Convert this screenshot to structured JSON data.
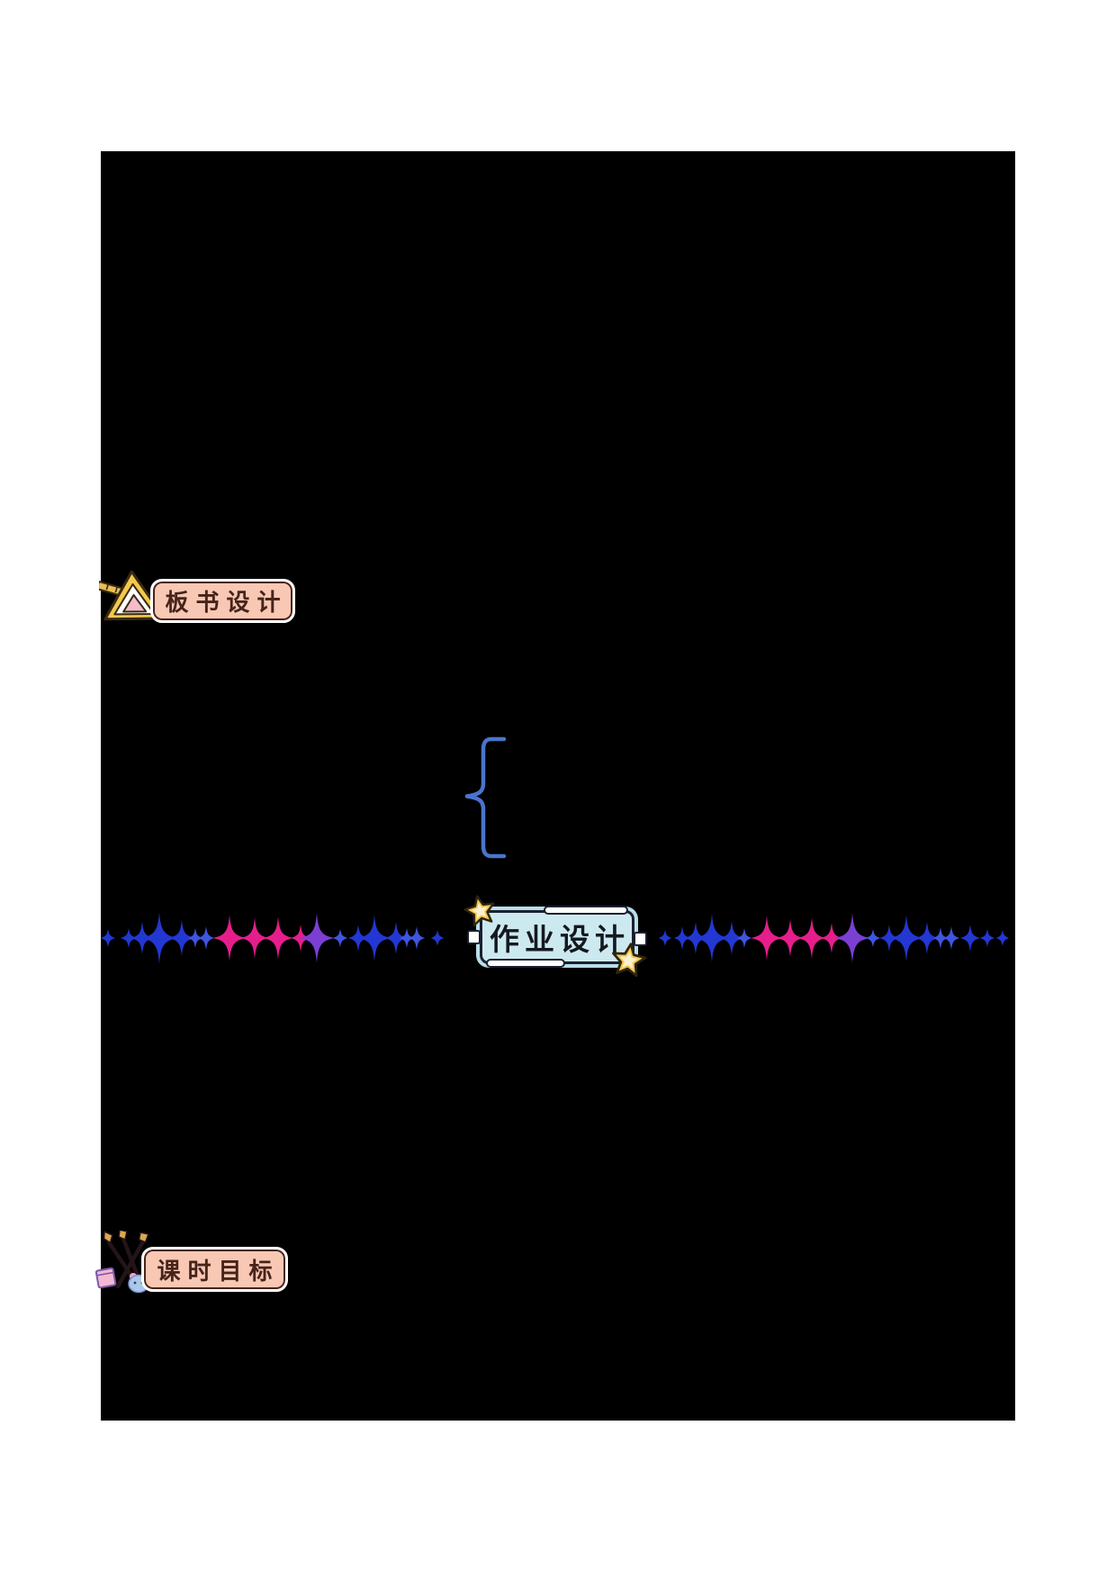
{
  "page": {
    "background": "#ffffff",
    "canvas_background": "#000000"
  },
  "board_badge": {
    "label": "板书设计",
    "icon": "triangle-ruler-icon",
    "fill": "#f8c8b4",
    "border_color": "#ffffff",
    "outline_color": "#46241a",
    "text_color": "#46241a"
  },
  "lesson_badge": {
    "label": "课时目标",
    "icon": "paintbrushes-icon",
    "fill": "#f8c8b4",
    "border_color": "#ffffff",
    "outline_color": "#46241a",
    "text_color": "#46241a"
  },
  "homework_divider": {
    "label": "作业设计",
    "corner_icon": "star-icon",
    "wave_icon": "soundwave-spike-icon",
    "box_fill": "#cde9f0",
    "box_border": "#1b2030",
    "box_glow": "#b9dfe9",
    "text_color": "#14181f",
    "shine_fill": "#ffffff",
    "tab_fill": "#ffffff",
    "star_fill": "#f5c84f",
    "star_outline": "#2e2410",
    "star_highlight": "#faf0cd",
    "wave_colors": {
      "blue": "#2337d2",
      "blue_light": "#3f55e0",
      "magenta": "#e61e8c",
      "purple": "#7b3fd4"
    }
  },
  "brace": {
    "icon": "curly-brace",
    "color": "#4a74cc"
  },
  "icon_colors": {
    "gold": "#f2c94c",
    "tan": "#e9bf55",
    "inner_pink": "#f3bcca",
    "inner_white": "#ffffff",
    "dark_outline": "#3a2a12",
    "brush_handle": "#241418",
    "brush_tip": "#d9a94e",
    "note_pink": "#f4b8d2",
    "note_purple": "#7a5aa8",
    "pet_blue": "#aac8ec",
    "pet_pink": "#f4a8c8"
  }
}
